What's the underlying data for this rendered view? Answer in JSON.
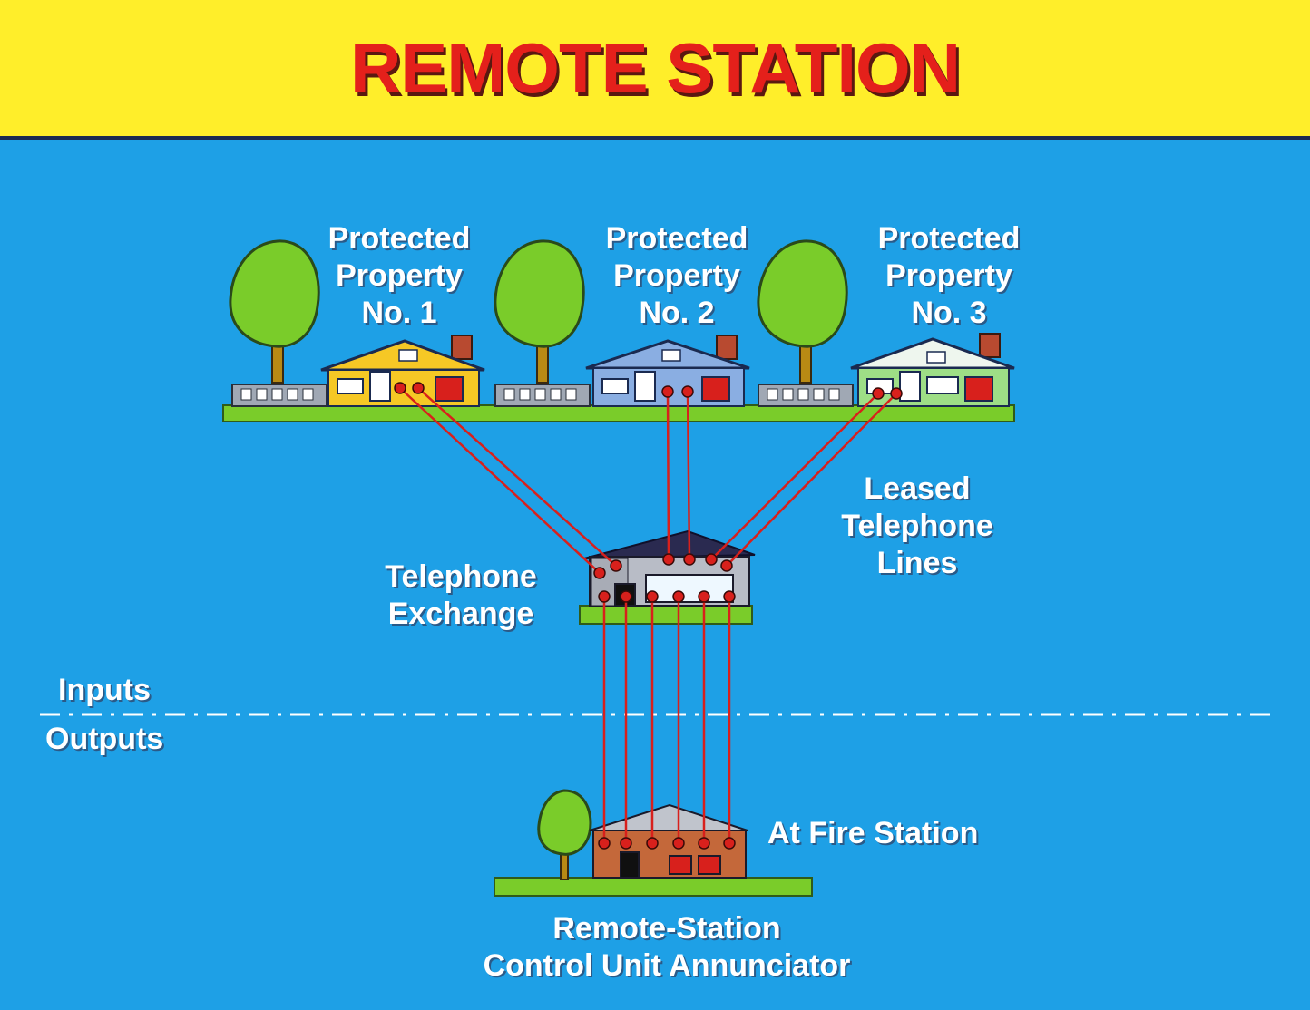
{
  "title": "REMOTE STATION",
  "properties": [
    {
      "line1": "Protected",
      "line2": "Property",
      "line3": "No. 1"
    },
    {
      "line1": "Protected",
      "line2": "Property",
      "line3": "No. 2"
    },
    {
      "line1": "Protected",
      "line2": "Property",
      "line3": "No. 3"
    }
  ],
  "leased_lines": {
    "line1": "Leased",
    "line2": "Telephone",
    "line3": "Lines"
  },
  "exchange": {
    "line1": "Telephone",
    "line2": "Exchange"
  },
  "divider": {
    "inputs": "Inputs",
    "outputs": "Outputs"
  },
  "fire_station": "At Fire Station",
  "annunciator": {
    "line1": "Remote-Station",
    "line2": "Control Unit Annunciator"
  },
  "colors": {
    "background": "#1ea0e6",
    "banner": "#ffee2a",
    "title": "#e4201b",
    "wire": "#d8201c",
    "grass": "#7acc2a",
    "house_1": "#f6c825",
    "house_2": "#8aaee2",
    "house_3": "#9ede86"
  }
}
